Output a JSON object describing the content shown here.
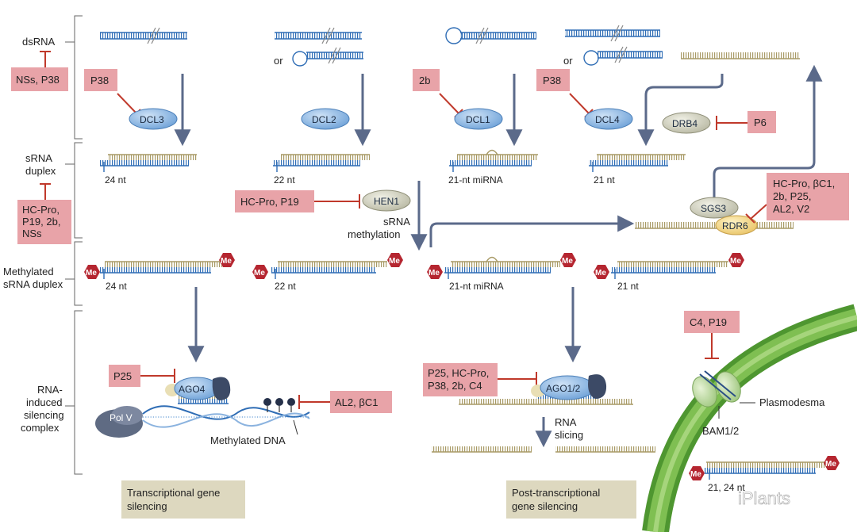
{
  "stages": {
    "dsrna": "dsRNA",
    "srna_duplex": [
      "sRNA",
      "duplex"
    ],
    "methylated": [
      "Methylated",
      "sRNA duplex"
    ],
    "risc": [
      "RNA-",
      "induced",
      "silencing",
      "complex"
    ]
  },
  "inhibitors": {
    "nss_p38": "NSs, P38",
    "p38_a": "P38",
    "b2": "2b",
    "p38_b": "P38",
    "p6": "P6",
    "hcpro_group": [
      "HC-Pro,",
      "P19, 2b,",
      "NSs"
    ],
    "hcpro_p19": "HC-Pro, P19",
    "rdr6_group": [
      "HC-Pro, βC1,",
      "2b, P25,",
      "AL2, V2"
    ],
    "p25": "P25",
    "al2_bc1": "AL2, βC1",
    "ago1_group": [
      "P25, HC-Pro,",
      "P38, 2b, C4"
    ],
    "c4_p19": "C4, P19"
  },
  "proteins": {
    "dcl3": "DCL3",
    "dcl2": "DCL2",
    "dcl1": "DCL1",
    "dcl4": "DCL4",
    "drb4": "DRB4",
    "hen1": "HEN1",
    "sgs3": "SGS3",
    "rdr6": "RDR6",
    "ago4": "AGO4",
    "polv": "Pol V",
    "ago12": "AGO1/2",
    "me": "Me"
  },
  "labels": {
    "or1": "or",
    "or2": "or",
    "nt24a": "24 nt",
    "nt22a": "22 nt",
    "mirna_a": "21-nt miRNA",
    "nt21a": "21 nt",
    "methylation": [
      "sRNA",
      "methylation"
    ],
    "nt24b": "24 nt",
    "nt22b": "22 nt",
    "mirna_b": "21-nt miRNA",
    "nt21b": "21 nt",
    "methylated_dna": "Methylated DNA",
    "rna_slicing": [
      "RNA",
      "slicing"
    ],
    "plasmodesma": "Plasmodesma",
    "bam": "BAM1/2",
    "nt_cell": "21,  24 nt",
    "watermark": "iPlants"
  },
  "footers": {
    "tgs": [
      "Transcriptional gene",
      "silencing"
    ],
    "ptgs": [
      "Post-transcriptional",
      "gene silencing"
    ]
  },
  "colors": {
    "blue_strand": "#2f6db5",
    "tan_strand": "#a89a66",
    "arrow": "#5b6a8a",
    "inhibitor_box": "#e8a3a8",
    "inhibit_line": "#c0392b",
    "protein_blue": "#7fb0e0",
    "methyl": "#b52630",
    "footer_box": "#ddd8bf",
    "cell_wall": "#5aa33a"
  }
}
